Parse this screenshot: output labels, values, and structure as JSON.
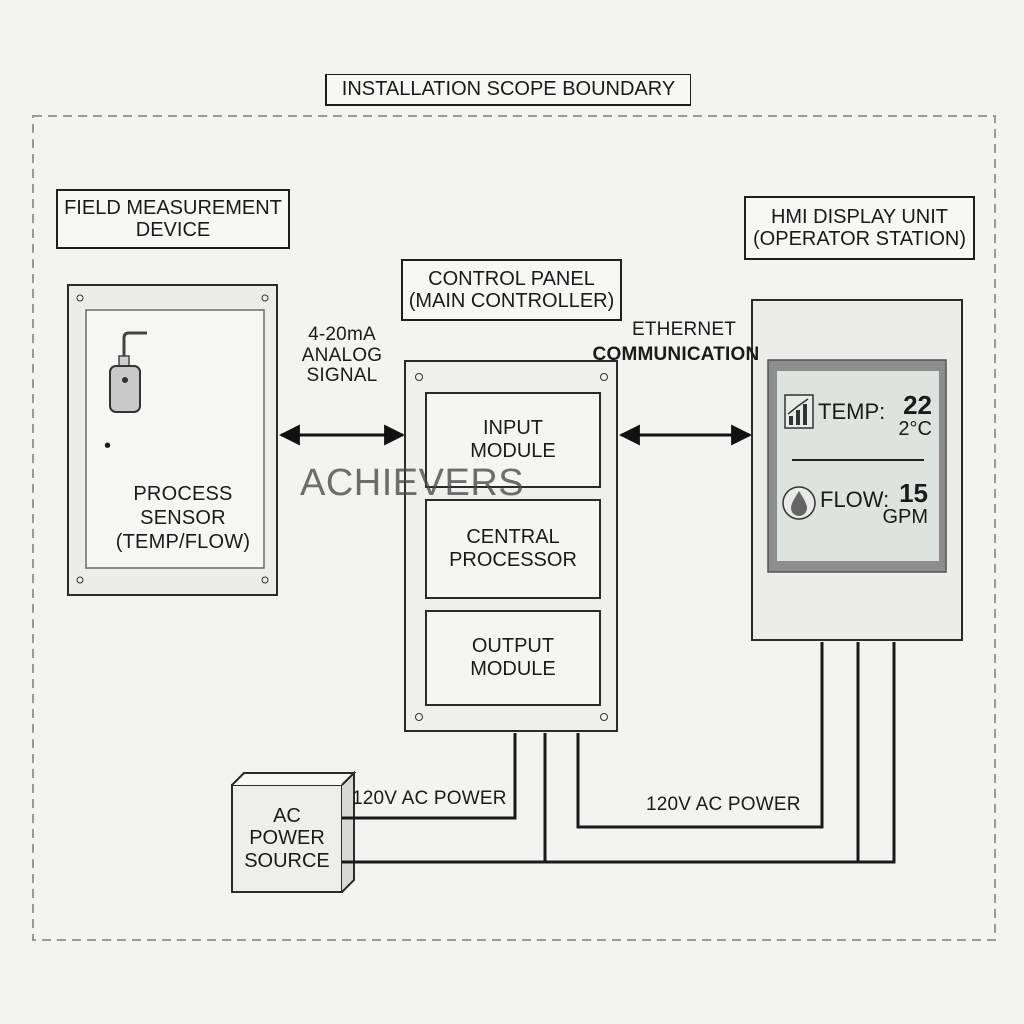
{
  "boundary": {
    "label": "INSTALLATION SCOPE BOUNDARY"
  },
  "field_device": {
    "title": "FIELD MEASUREMENT\nDEVICE",
    "sensor_label": "PROCESS\nSENSOR\n(TEMP/FLOW)",
    "bullet": "•"
  },
  "control_panel": {
    "title": "CONTROL PANEL\n(MAIN CONTROLLER)",
    "modules": [
      "INPUT\nMODULE",
      "CENTRAL\nPROCESSOR",
      "OUTPUT\nMODULE"
    ]
  },
  "hmi": {
    "title": "HMI DISPLAY UNIT\n(OPERATOR STATION)",
    "temp_label": "TEMP:",
    "temp_value": "22",
    "temp_unit": "2°C",
    "flow_label": "FLOW:",
    "flow_value": "15",
    "flow_unit": "GPM"
  },
  "links": {
    "analog_signal": "4-20mA\nANALOG\nSIGNAL",
    "ethernet": "ETHERNET",
    "communication": "COMMUNICATION"
  },
  "power": {
    "source_label": "AC\nPOWER\nSOURCE",
    "feed_left": "120V AC POWER",
    "feed_right": "120V AC POWER"
  },
  "watermark": "ACHIEVERS",
  "icons": [
    "sensor-icon",
    "bar-chart-icon",
    "water-drop-icon"
  ]
}
